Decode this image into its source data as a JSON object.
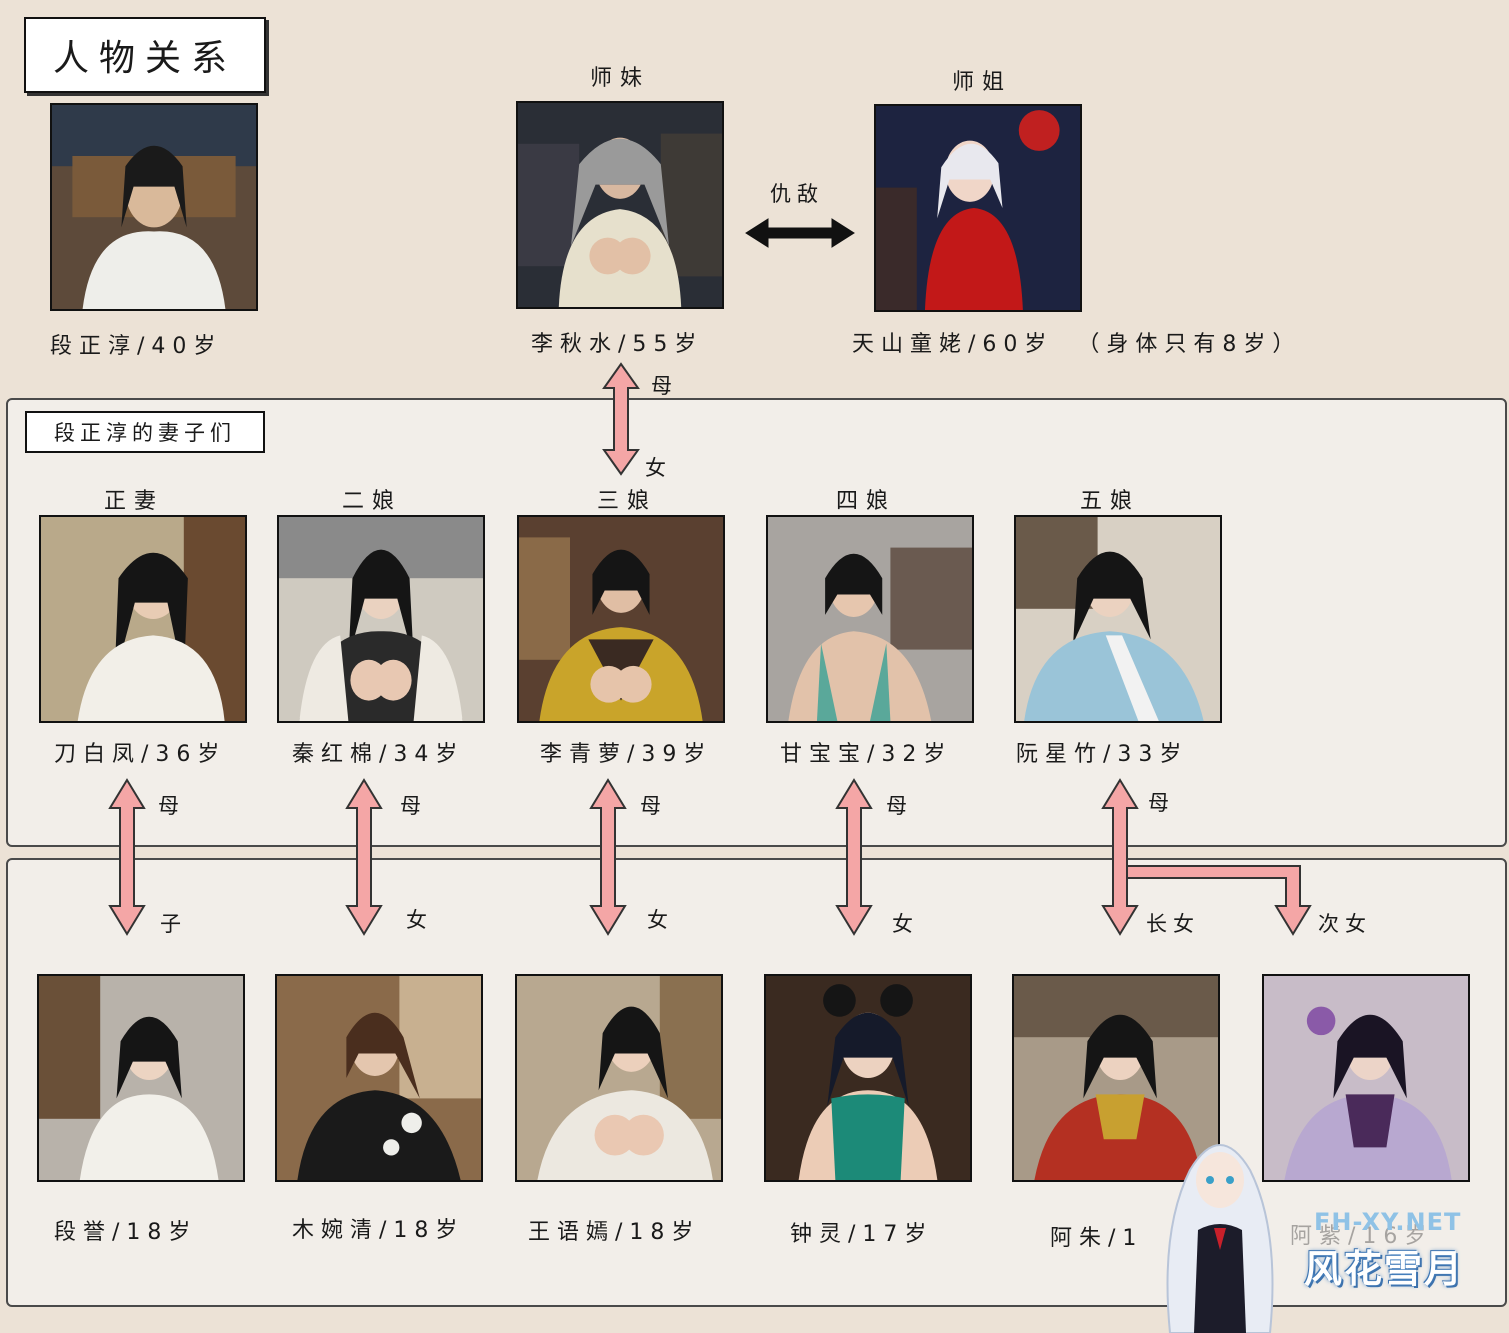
{
  "title": "人物关系",
  "wives_title": "段正淳的妻子们",
  "top": {
    "duan": {
      "label": "段正淳/40岁"
    },
    "li_qiushui": {
      "role": "师妹",
      "label": "李秋水/55岁"
    },
    "tianshan": {
      "role": "师姐",
      "label": "天山童姥/60岁",
      "note": "（身体只有8岁）"
    },
    "enemy_label": "仇敌"
  },
  "wives": [
    {
      "role": "正妻",
      "label": "刀白凤/36岁"
    },
    {
      "role": "二娘",
      "label": "秦红棉/34岁"
    },
    {
      "role": "三娘",
      "label": "李青萝/39岁"
    },
    {
      "role": "四娘",
      "label": "甘宝宝/32岁"
    },
    {
      "role": "五娘",
      "label": "阮星竹/33岁"
    }
  ],
  "children": [
    {
      "label": "段誉/18岁"
    },
    {
      "label": "木婉清/18岁"
    },
    {
      "label": "王语嫣/18岁"
    },
    {
      "label": "钟灵/17岁"
    },
    {
      "label": "阿朱/1"
    },
    {
      "label": "阿紫/16岁"
    }
  ],
  "relations": {
    "mother": "母",
    "daughter": "女",
    "son": "子",
    "eldest_daughter": "长女",
    "second_daughter": "次女"
  },
  "watermark": {
    "site": "FH-XY.NET",
    "name": "风花雪月"
  },
  "colors": {
    "relation_arrow": "#f4a6a6",
    "enemy_arrow": "#111111",
    "background": "#ece2d6"
  }
}
